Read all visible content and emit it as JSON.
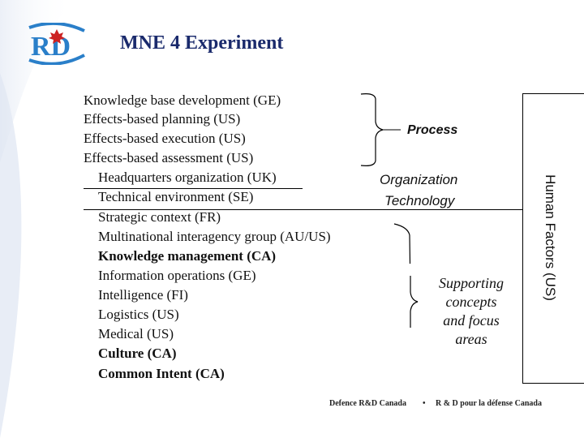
{
  "header": {
    "logo_text": "RD",
    "title": "MNE 4 Experiment"
  },
  "list": {
    "group1": [
      "Knowledge base development (GE)",
      "Effects-based planning (US)",
      "Effects-based execution (US)",
      "Effects-based assessment (US)"
    ],
    "group2": [
      "Headquarters organization (UK)",
      "Technical environment (SE)"
    ],
    "group3": [
      {
        "text": "Strategic context (FR)",
        "bold": false
      },
      {
        "text": "Multinational interagency group (AU/US)",
        "bold": false
      },
      {
        "text": "Knowledge management (CA)",
        "bold": true
      },
      {
        "text": "Information operations (GE)",
        "bold": false
      },
      {
        "text": "Intelligence (FI)",
        "bold": false
      },
      {
        "text": "Logistics (US)",
        "bold": false
      },
      {
        "text": "Medical (US)",
        "bold": false
      },
      {
        "text": "Culture (CA)",
        "bold": true
      },
      {
        "text": "Common Intent (CA)",
        "bold": true
      }
    ]
  },
  "labels": {
    "process": "Process",
    "organization": "Organization",
    "technology": "Technology",
    "supporting": [
      "Supporting",
      "concepts",
      "and focus",
      "areas"
    ],
    "human_factors": "Human Factors (US)"
  },
  "footer": {
    "left": "Defence R&D Canada",
    "separator": "•",
    "right": "R & D pour la défense Canada"
  },
  "colors": {
    "title": "#1a2a6c",
    "logo_blue": "#2a7fc9",
    "logo_red": "#cc2222"
  }
}
